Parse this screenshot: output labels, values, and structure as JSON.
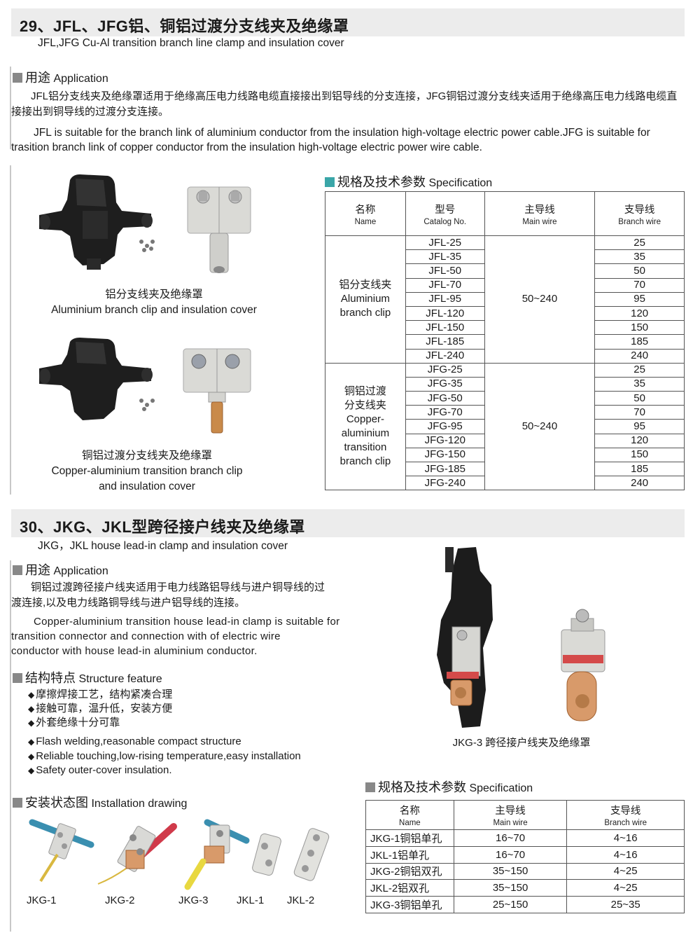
{
  "s29": {
    "title": "29、JFL、JFG铝、铜铝过渡分支线夹及绝缘罩",
    "subtitle": "JFL,JFG Cu-Al transition branch line clamp and insulation cover",
    "app_zh": "用途",
    "app_en": "Application",
    "para_zh": "JFL铝分支线夹及绝缘罩适用于绝缘高压电力线路电缆直接接出到铝导线的分支连接，JFG铜铝过渡分支线夹适用于绝缘高压电力线路电缆直接接出到铜导线的过渡分支连接。",
    "para_en": "JFL is suitable for the branch link of aluminium conductor from the insulation high-voltage electric power cable.JFG is suitable for trasition branch link of copper conductor from the insulation high-voltage electric power wire cable.",
    "caption1_zh": "铝分支线夹及绝缘罩",
    "caption1_en": "Aluminium branch clip and insulation cover",
    "caption2_zh": "铜铝过渡分支线夹及绝缘罩",
    "caption2_en1": "Copper-aluminium transition branch clip",
    "caption2_en2": "and insulation cover",
    "spec_zh": "规格及技术参数",
    "spec_en": "Specification",
    "table": {
      "headers": [
        {
          "zh": "名称",
          "en": "Name"
        },
        {
          "zh": "型号",
          "en": "Catalog No."
        },
        {
          "zh": "主导线",
          "en": "Main wire"
        },
        {
          "zh": "支导线",
          "en": "Branch wire"
        }
      ],
      "group1": {
        "name": [
          "铝分支线夹",
          "Aluminium",
          "branch clip"
        ],
        "main": "50~240",
        "rows": [
          [
            "JFL-25",
            "25"
          ],
          [
            "JFL-35",
            "35"
          ],
          [
            "JFL-50",
            "50"
          ],
          [
            "JFL-70",
            "70"
          ],
          [
            "JFL-95",
            "95"
          ],
          [
            "JFL-120",
            "120"
          ],
          [
            "JFL-150",
            "150"
          ],
          [
            "JFL-185",
            "185"
          ],
          [
            "JFL-240",
            "240"
          ]
        ]
      },
      "group2": {
        "name": [
          "铜铝过渡",
          "分支线夹",
          "Copper-",
          "aluminium",
          "transition",
          "branch clip"
        ],
        "main": "50~240",
        "rows": [
          [
            "JFG-25",
            "25"
          ],
          [
            "JFG-35",
            "35"
          ],
          [
            "JFG-50",
            "50"
          ],
          [
            "JFG-70",
            "70"
          ],
          [
            "JFG-95",
            "95"
          ],
          [
            "JFG-120",
            "120"
          ],
          [
            "JFG-150",
            "150"
          ],
          [
            "JFG-185",
            "185"
          ],
          [
            "JFG-240",
            "240"
          ]
        ]
      }
    }
  },
  "s30": {
    "title": "30、JKG、JKL型跨径接户线夹及绝缘罩",
    "subtitle": "JKG，JKL house lead-in clamp and insulation cover",
    "app_zh": "用途",
    "app_en": "Application",
    "para_zh_1": "铜铝过渡跨径接户线夹适用于电力线路铝导线与进户铜导线的过",
    "para_zh_2": "渡连接,以及电力线路铜导线与进户铝导线的连接。",
    "para_en_1": "Copper-aluminium transition house lead-in clamp is suitable for",
    "para_en_2": "transition connector and connection with of electric wire",
    "para_en_3": "conductor with house lead-in aluminium conductor.",
    "struct_zh": "结构特点",
    "struct_en": "Structure feature",
    "features_zh": [
      "摩擦焊接工艺，结构紧凑合理",
      "接触可靠，温升低，安装方便",
      "外套绝缘十分可靠"
    ],
    "features_en": [
      "Flash welding,reasonable compact structure",
      "Reliable touching,low-rising temperature,easy installation",
      "Safety outer-cover insulation."
    ],
    "install_zh": "安装状态图",
    "install_en": "Installation drawing",
    "install_labels": [
      "JKG-1",
      "JKG-2",
      "JKG-3",
      "JKL-1",
      "JKL-2"
    ],
    "photo_caption": "JKG-3  跨径接户线夹及绝缘罩",
    "spec_zh": "规格及技术参数",
    "spec_en": "Specification",
    "table": {
      "headers": [
        {
          "zh": "名称",
          "en": "Name"
        },
        {
          "zh": "主导线",
          "en": "Main wire"
        },
        {
          "zh": "支导线",
          "en": "Branch wire"
        }
      ],
      "rows": [
        [
          "JKG-1铜铝单孔",
          "16~70",
          "4~16"
        ],
        [
          "JKL-1铝单孔",
          "16~70",
          "4~16"
        ],
        [
          "JKG-2铜铝双孔",
          "35~150",
          "4~25"
        ],
        [
          "JKL-2铝双孔",
          "35~150",
          "4~25"
        ],
        [
          "JKG-3铜铝单孔",
          "25~150",
          "25~35"
        ]
      ]
    }
  }
}
